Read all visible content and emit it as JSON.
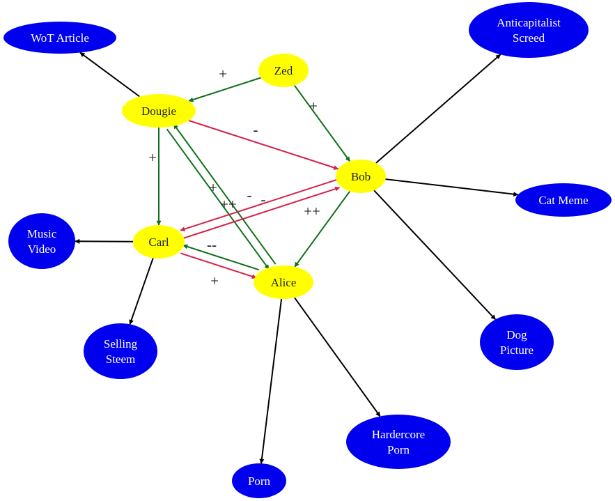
{
  "colors": {
    "person_fill": "#ffff00",
    "content_fill": "#0000ee",
    "positive_edge": "#11701a",
    "negative_edge": "#d4214a",
    "post_edge": "#000000"
  },
  "nodes": [
    {
      "id": "zed",
      "kind": "person",
      "lines": [
        "Zed"
      ]
    },
    {
      "id": "dougie",
      "kind": "person",
      "lines": [
        "Dougie"
      ]
    },
    {
      "id": "bob",
      "kind": "person",
      "lines": [
        "Bob"
      ]
    },
    {
      "id": "carl",
      "kind": "person",
      "lines": [
        "Carl"
      ]
    },
    {
      "id": "alice",
      "kind": "person",
      "lines": [
        "Alice"
      ]
    },
    {
      "id": "wot",
      "kind": "content",
      "lines": [
        "WoT Article"
      ]
    },
    {
      "id": "anticap",
      "kind": "content",
      "lines": [
        "Anticapitalist",
        "Screed"
      ]
    },
    {
      "id": "catmeme",
      "kind": "content",
      "lines": [
        "Cat Meme"
      ]
    },
    {
      "id": "music",
      "kind": "content",
      "lines": [
        "Music",
        "Video"
      ]
    },
    {
      "id": "selling",
      "kind": "content",
      "lines": [
        "Selling",
        "Steem"
      ]
    },
    {
      "id": "dog",
      "kind": "content",
      "lines": [
        "Dog",
        "Picture"
      ]
    },
    {
      "id": "hardporn",
      "kind": "content",
      "lines": [
        "Hardercore",
        "Porn"
      ]
    },
    {
      "id": "porn",
      "kind": "content",
      "lines": [
        "Porn"
      ]
    }
  ],
  "edges": [
    {
      "from": "zed",
      "to": "dougie",
      "type": "positive"
    },
    {
      "from": "zed",
      "to": "bob",
      "type": "positive"
    },
    {
      "from": "dougie",
      "to": "wot",
      "type": "post"
    },
    {
      "from": "dougie",
      "to": "bob",
      "type": "negative"
    },
    {
      "from": "dougie",
      "to": "carl",
      "type": "positive"
    },
    {
      "from": "dougie",
      "to": "alice",
      "type": "positive"
    },
    {
      "from": "alice",
      "to": "dougie",
      "type": "positive"
    },
    {
      "from": "carl",
      "to": "bob",
      "type": "negative"
    },
    {
      "from": "bob",
      "to": "carl",
      "type": "negative"
    },
    {
      "from": "bob",
      "to": "alice",
      "type": "positive"
    },
    {
      "from": "carl",
      "to": "alice",
      "type": "negative"
    },
    {
      "from": "alice",
      "to": "carl",
      "type": "positive"
    },
    {
      "from": "bob",
      "to": "anticap",
      "type": "post"
    },
    {
      "from": "bob",
      "to": "catmeme",
      "type": "post"
    },
    {
      "from": "bob",
      "to": "dog",
      "type": "post"
    },
    {
      "from": "carl",
      "to": "music",
      "type": "post"
    },
    {
      "from": "carl",
      "to": "selling",
      "type": "post"
    },
    {
      "from": "alice",
      "to": "porn",
      "type": "post"
    },
    {
      "from": "alice",
      "to": "hardporn",
      "type": "post"
    }
  ],
  "edge_labels": [
    "+",
    "+",
    "-",
    "+",
    "+",
    "++",
    "-",
    "-",
    "++",
    "--",
    "+"
  ]
}
